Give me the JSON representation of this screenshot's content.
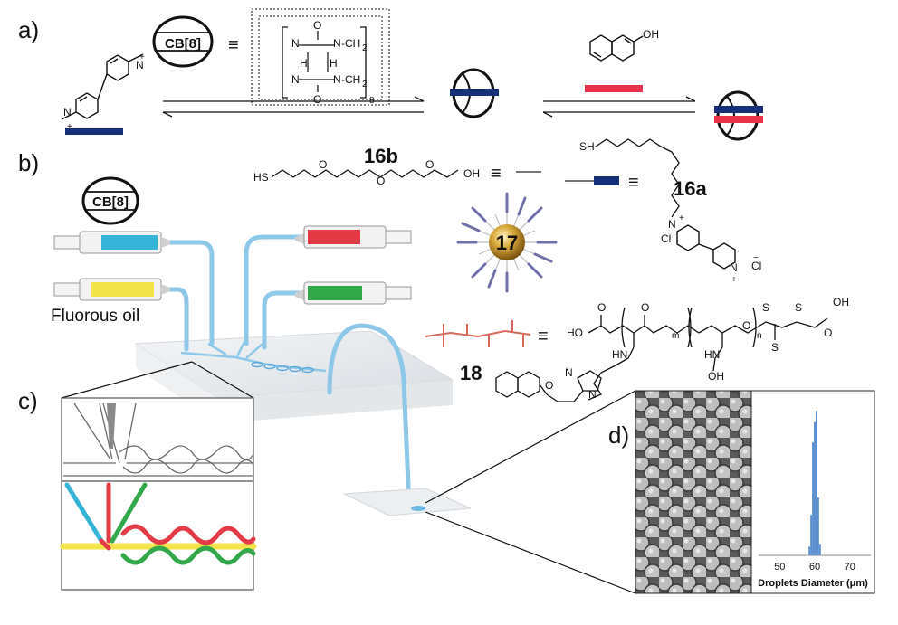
{
  "panels": {
    "a": "a)",
    "b": "b)",
    "c": "c)",
    "d": "d)"
  },
  "host": {
    "name": "CB[8]",
    "repeat": "8",
    "equiv": "≡"
  },
  "chem_labels": {
    "n_plus": "N",
    "plus": "+",
    "ch3": "-CH",
    "sub2": "2",
    "h": "H",
    "o": "O",
    "n": "N",
    "oh": "OH",
    "hs": "HS",
    "sh": "SH",
    "cl": "Cl",
    "minus": "−",
    "s": "S",
    "ho": "HO",
    "hn": "HN",
    "m": "m",
    "nn": "n"
  },
  "compounds": {
    "c16a": "16a",
    "c16b": "16b",
    "c17": "17",
    "c18": "18"
  },
  "microfluidics": {
    "oil_label": "Fluorous oil"
  },
  "histogram": {
    "xlabel": "Droplets Diameter (μm)",
    "ticks": [
      "50",
      "60",
      "70"
    ],
    "x_range": [
      44,
      76
    ],
    "bins": [
      {
        "x": 58.5,
        "value": 0.06
      },
      {
        "x": 59.0,
        "value": 0.28
      },
      {
        "x": 59.5,
        "value": 0.78
      },
      {
        "x": 60.0,
        "value": 0.92
      },
      {
        "x": 60.5,
        "value": 1.0
      },
      {
        "x": 61.0,
        "value": 0.4
      },
      {
        "x": 61.5,
        "value": 0.08
      }
    ]
  },
  "colors": {
    "blue_bar": "#17307a",
    "red_bar": "#e8334a",
    "gold": "#c9992c",
    "cyan": "#35b4d8",
    "tube": "#8ec8e8",
    "yellow": "#f3e44a",
    "red_fluid": "#e23b46",
    "green_fluid": "#33a84a",
    "polymer": "#d86b5c",
    "ligand": "#7070a8",
    "hist_bar": "#5b8fd0"
  }
}
